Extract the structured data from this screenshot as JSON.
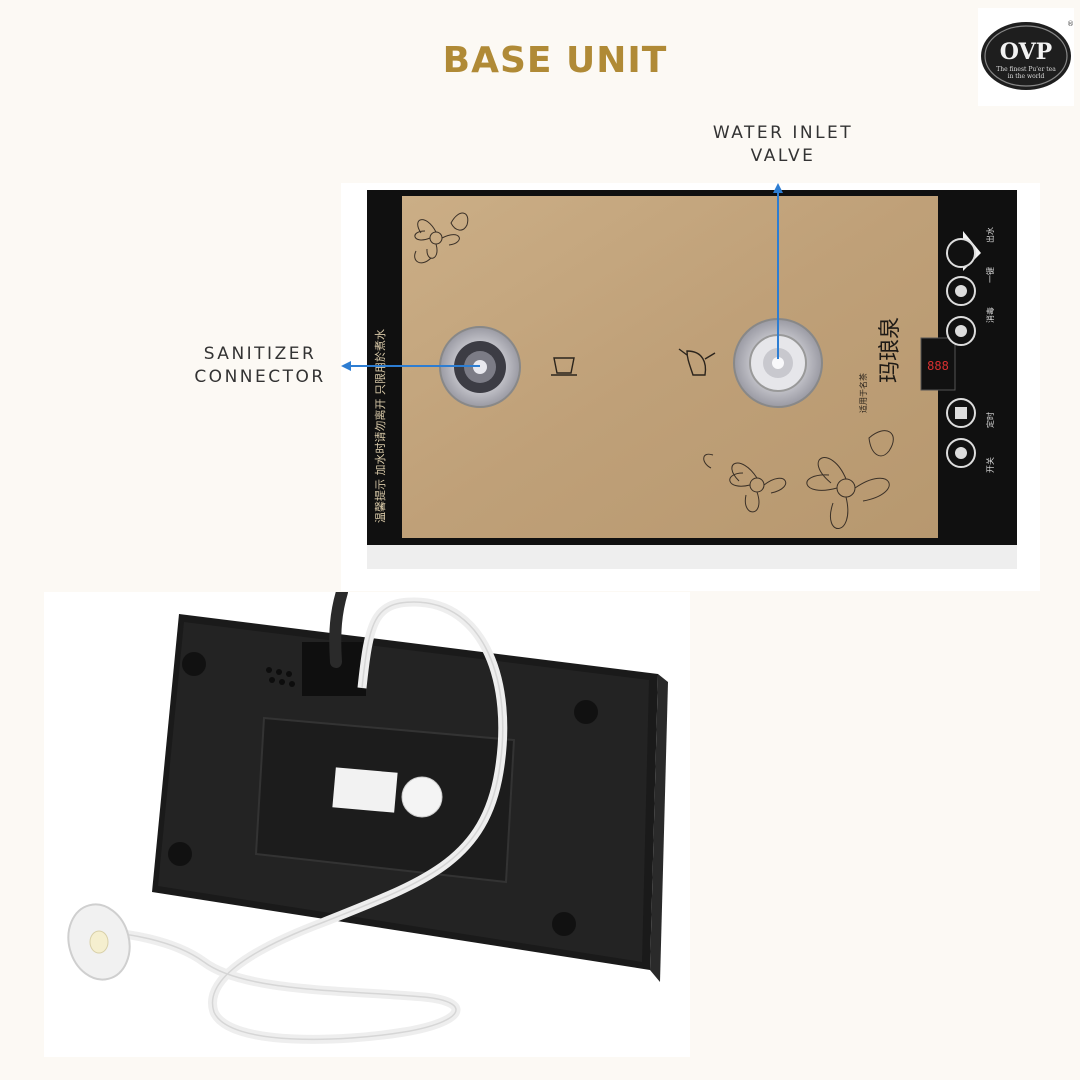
{
  "heading": "BASE UNIT",
  "logo": {
    "mark": "OVP",
    "tagline": "The finest Pu'er tea in the world"
  },
  "callouts": {
    "water_inlet_line1": "WATER INLET",
    "water_inlet_line2": "VALVE",
    "sanitizer_line1": "SANITIZER",
    "sanitizer_line2": "CONNECTOR"
  },
  "panel": {
    "display_digits": "888",
    "chinese_caption": "温馨提示 加水时请勿离开 只限用於煮水"
  },
  "colors": {
    "heading": "#b08a36",
    "panel_gold": "#c2a47c",
    "arrow_blue": "#2d7dd2",
    "background": "#fcf9f4"
  }
}
